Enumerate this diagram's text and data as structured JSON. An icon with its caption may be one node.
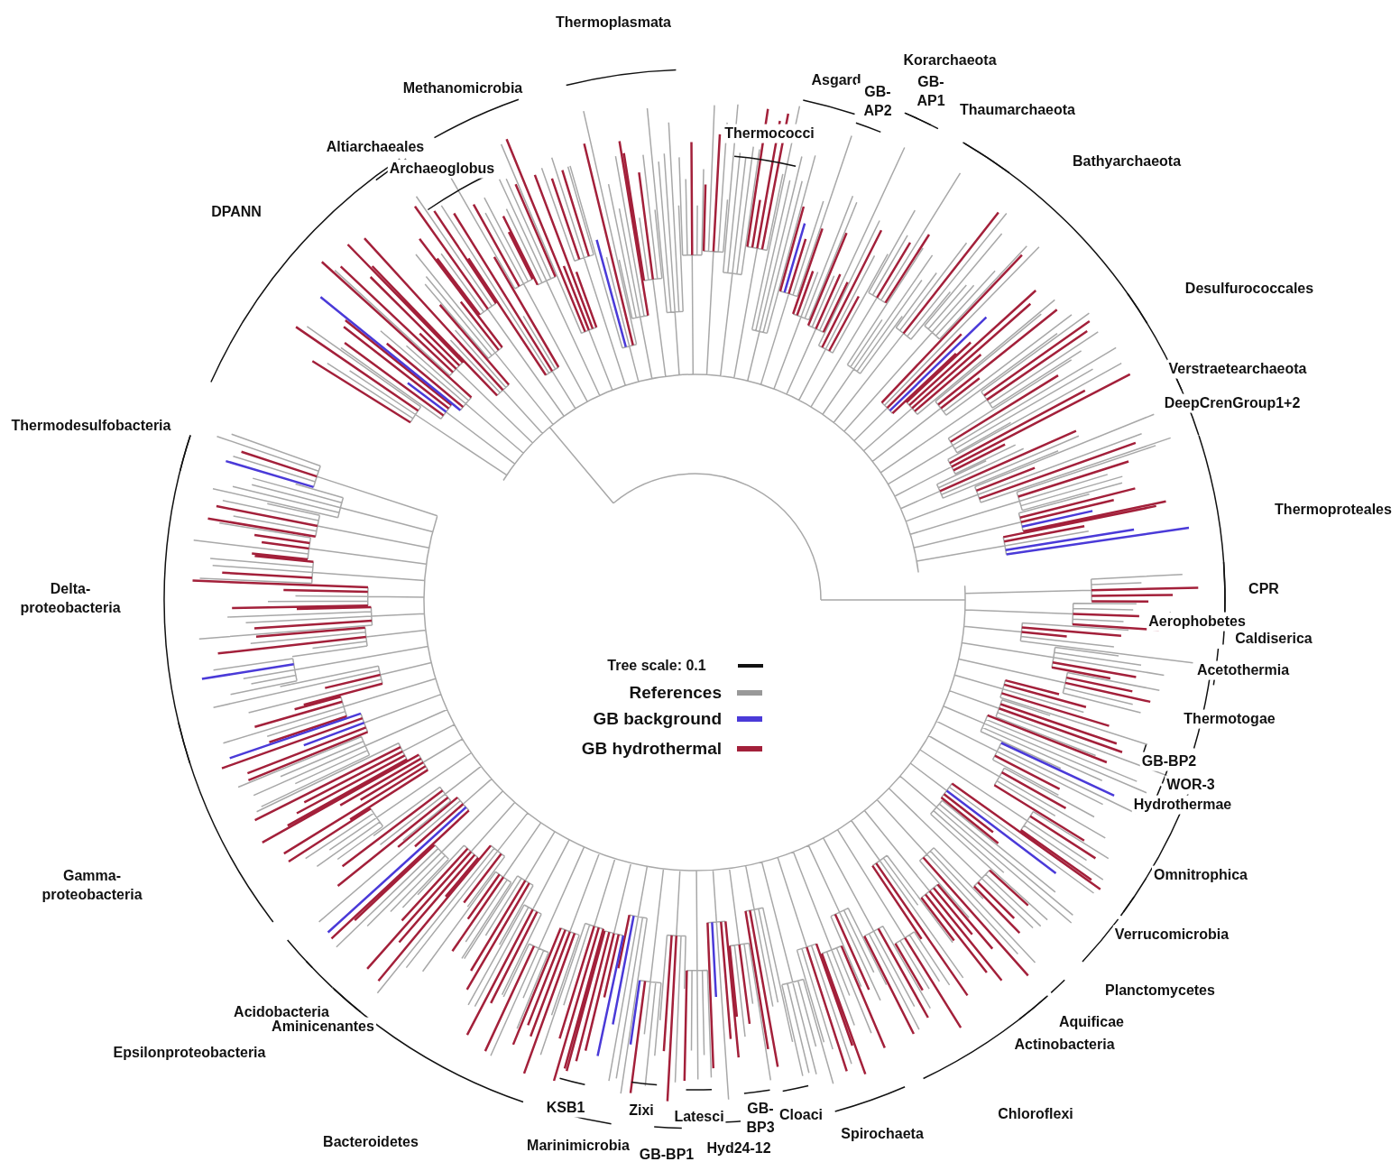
{
  "diagram": {
    "labels": [
      "Thermoplasmata",
      "Korarchaeota",
      "Methanomicrobia",
      "Asgard",
      "GB-AP2",
      "GB-AP1",
      "Thaumarchaeota",
      "Thermococci",
      "Altiarchaeales",
      "Archaeoglobus",
      "Bathyarchaeota",
      "DPANN",
      "Desulfurococcales",
      "Verstraetearchaeota",
      "DeepCrenGroup1+2",
      "Thermodesulfobacteria",
      "Thermoproteales",
      "CPR",
      "Delta-proteobacteria",
      "Aerophobetes",
      "Caldiserica",
      "Tree scale: 0.1",
      "Acetothermia",
      "Thermotogae",
      "GB-BP2",
      "WOR-3",
      "Hydrothermae",
      "Gamma-proteobacteria",
      "Omnitrophica",
      "Verrucomicrobia",
      "Planctomycetes",
      "Acidobacteria",
      "Aminicenantes",
      "Aquificae",
      "Actinobacteria",
      "Epsilonproteobacteria",
      "KSB1",
      "Zixi",
      "Latesci",
      "GB-BP3",
      "Cloaci",
      "Chloroflexi",
      "Spirochaeta",
      "Bacteroidetes",
      "Marinimicrobia",
      "GB-BP1",
      "Hyd24-12"
    ],
    "legend": [
      {
        "text": "References",
        "color": "#999999"
      },
      {
        "text": "GB background",
        "color": "#4a3ad8"
      },
      {
        "text": "GB hydrothermal",
        "color": "#a3203a"
      }
    ]
  }
}
